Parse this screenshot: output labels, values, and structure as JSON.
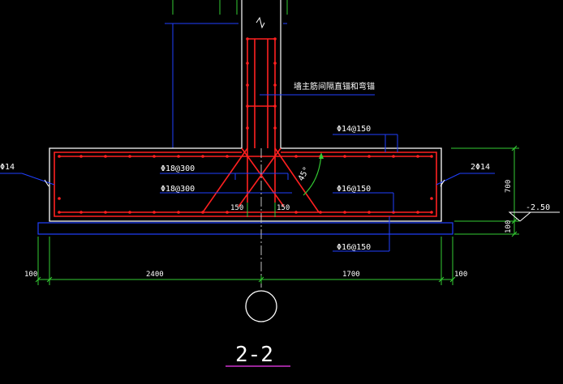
{
  "drawing": {
    "section_title": "2-2",
    "wall_note": "墙主筋间隔直锚和弯锚",
    "rebar_labels": {
      "top_right": "Φ14@150",
      "inner_a": "Φ18@300",
      "inner_b": "Φ18@300",
      "bottom_right_a": "Φ16@150",
      "bottom_right_b": "Φ16@150",
      "left_edge": "Φ14",
      "right_edge": "2Φ14"
    },
    "angle_label": "45°",
    "local_dims": {
      "left": "150",
      "right": "150"
    },
    "vertical_dims": {
      "height": "700",
      "cushion": "100"
    },
    "horizontal_dims": {
      "left_overhang": "100",
      "left_span": "2400",
      "right_span": "1700",
      "right_overhang": "100"
    },
    "elevation": "-2.50",
    "colors": {
      "background": "#000000",
      "outline": "#ffffff",
      "rebar": "#ff2020",
      "dim": "#33cc33",
      "leader": "#2040ff",
      "title_line": "#cc33cc",
      "center": "#c0c0c0"
    }
  }
}
